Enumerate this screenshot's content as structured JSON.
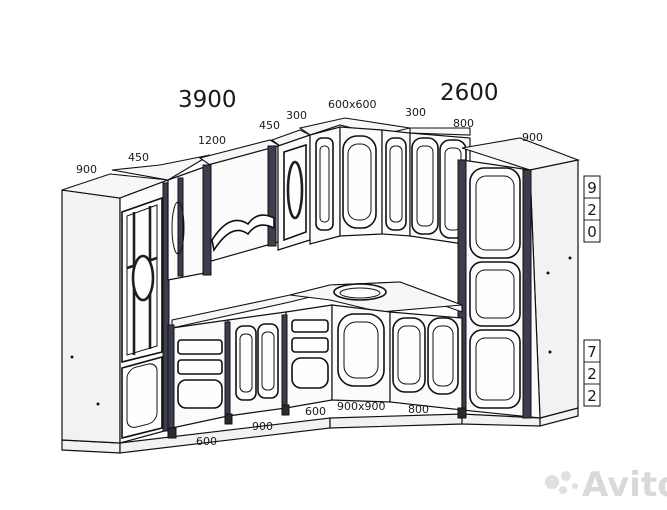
{
  "dimensions": {
    "total_left": "3900",
    "total_right": "2600",
    "top_labels": [
      "900",
      "450",
      "1200",
      "450",
      "300",
      "600x600",
      "300",
      "800",
      "900"
    ],
    "bottom_labels": [
      "600",
      "900",
      "600",
      "900x900",
      "800"
    ],
    "vertical_upper": [
      "9",
      "2",
      "0"
    ],
    "vertical_lower": [
      "7",
      "2",
      "2"
    ]
  },
  "watermark": {
    "text": "Avito"
  }
}
